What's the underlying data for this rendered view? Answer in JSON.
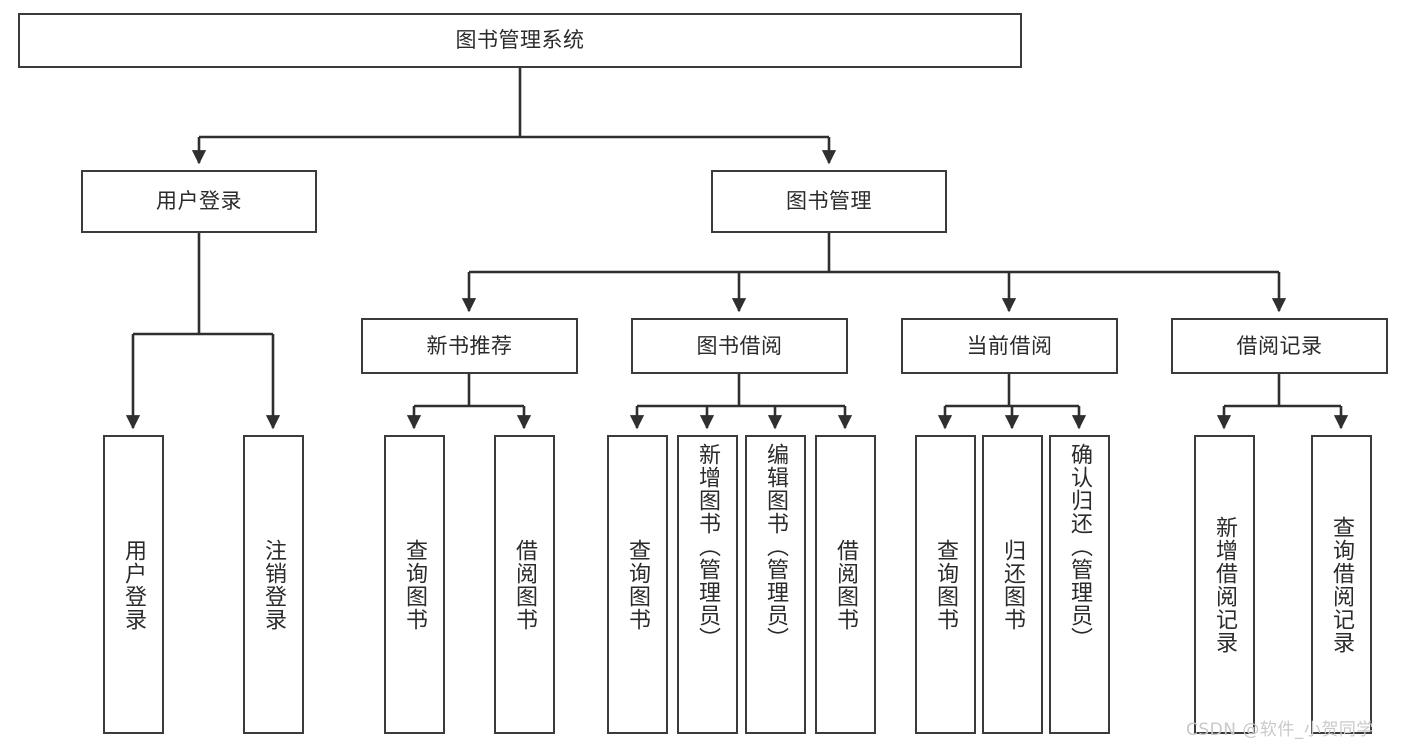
{
  "diagram": {
    "title": "图书管理系统",
    "type": "functional-structure-tree",
    "watermark": "CSDN @软件_小贺同学",
    "colors": {
      "box_border": "#3b3b3b",
      "box_fill": "#ffffff",
      "edge": "#2f2f2f",
      "text": "#2b2b2b",
      "watermark": "#c9c9c9",
      "background": "#ffffff"
    },
    "levels": {
      "root": "图书管理系统",
      "level2": [
        "用户登录",
        "图书管理"
      ],
      "level3": [
        "新书推荐",
        "图书借阅",
        "当前借阅",
        "借阅记录"
      ]
    },
    "nodes": {
      "root": {
        "label": "图书管理系统"
      },
      "user_login": {
        "label": "用户登录"
      },
      "book_manage": {
        "label": "图书管理"
      },
      "new_book_rec": {
        "label": "新书推荐"
      },
      "book_borrow": {
        "label": "图书借阅"
      },
      "current_borrow": {
        "label": "当前借阅"
      },
      "borrow_record": {
        "label": "借阅记录"
      },
      "leaf_user_login": {
        "label": "用户登录"
      },
      "leaf_logout": {
        "label": "注销登录"
      },
      "leaf_query_book_1": {
        "label": "查询图书"
      },
      "leaf_borrow_book_1": {
        "label": "借阅图书"
      },
      "leaf_query_book_2": {
        "label": "查询图书"
      },
      "leaf_add_book": {
        "label": "新增图书（管理员）"
      },
      "leaf_edit_book": {
        "label": "编辑图书（管理员）"
      },
      "leaf_borrow_book_2": {
        "label": "借阅图书"
      },
      "leaf_query_book_3": {
        "label": "查询图书"
      },
      "leaf_return_book": {
        "label": "归还图书"
      },
      "leaf_confirm_return": {
        "label": "确认归还（管理员）"
      },
      "leaf_add_record": {
        "label": "新增借阅记录"
      },
      "leaf_query_record": {
        "label": "查询借阅记录"
      }
    },
    "tree": [
      {
        "label": "图书管理系统",
        "children": [
          {
            "label": "用户登录",
            "children": [
              {
                "label": "用户登录"
              },
              {
                "label": "注销登录"
              }
            ]
          },
          {
            "label": "图书管理",
            "children": [
              {
                "label": "新书推荐",
                "children": [
                  {
                    "label": "查询图书"
                  },
                  {
                    "label": "借阅图书"
                  }
                ]
              },
              {
                "label": "图书借阅",
                "children": [
                  {
                    "label": "查询图书"
                  },
                  {
                    "label": "新增图书（管理员）"
                  },
                  {
                    "label": "编辑图书（管理员）"
                  },
                  {
                    "label": "借阅图书"
                  }
                ]
              },
              {
                "label": "当前借阅",
                "children": [
                  {
                    "label": "查询图书"
                  },
                  {
                    "label": "归还图书"
                  },
                  {
                    "label": "确认归还（管理员）"
                  }
                ]
              },
              {
                "label": "借阅记录",
                "children": [
                  {
                    "label": "新增借阅记录"
                  },
                  {
                    "label": "查询借阅记录"
                  }
                ]
              }
            ]
          }
        ]
      }
    ]
  }
}
